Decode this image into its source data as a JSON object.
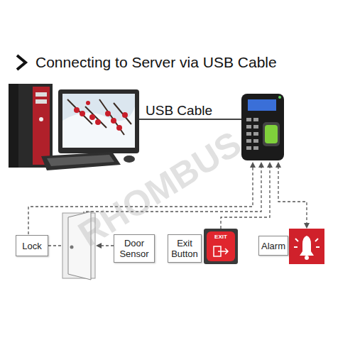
{
  "diagram": {
    "title": "Connecting to Server via USB Cable",
    "nodes": [
      {
        "text": [
          "Lock"
        ]
      },
      {
        "text": [
          "Door Sensor"
        ]
      },
      {
        "text": [
          "Exit Button"
        ]
      },
      {
        "text": [
          "EXIT"
        ]
      },
      {
        "text": [
          "Alarm"
        ]
      }
    ],
    "labels": [
      "USB Cable",
      "RHOMBUS"
    ]
  }
}
